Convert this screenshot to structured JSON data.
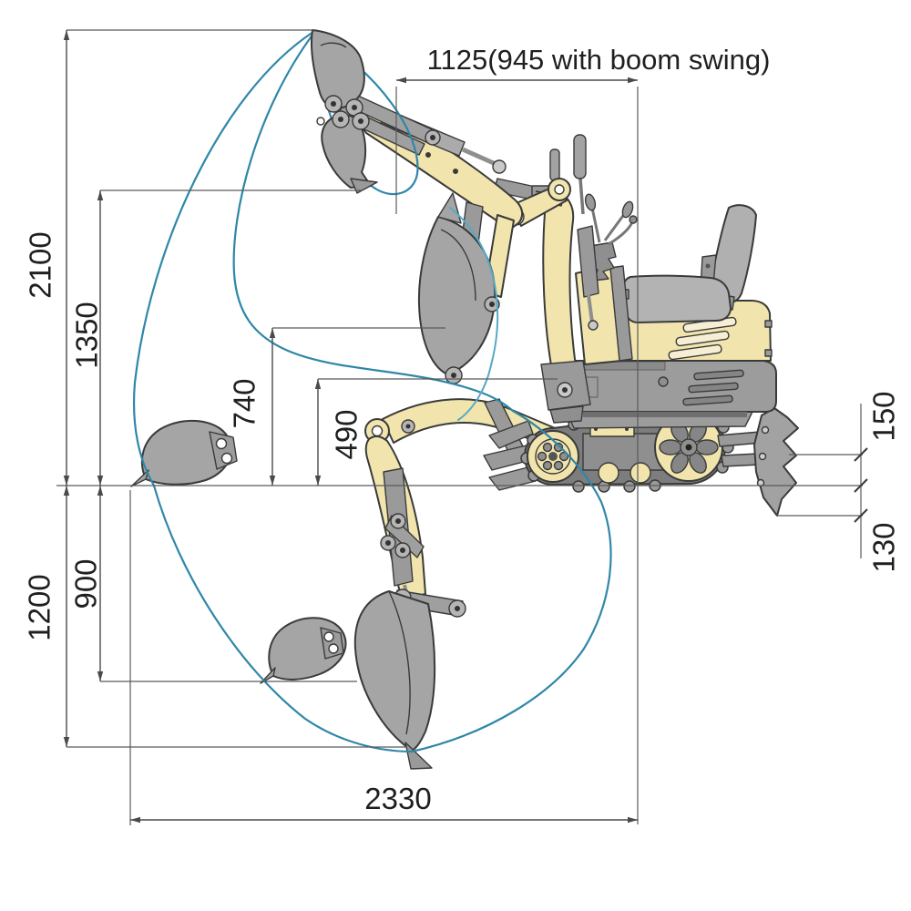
{
  "diagram": {
    "kind": "excavator-working-range-diagram",
    "subject": "mini-excavator-side-view"
  },
  "dimensions": {
    "front_overhang": {
      "text": "1125(945 with boom swing)"
    },
    "max_digging_height": {
      "text": "2100"
    },
    "max_dumping_height": {
      "text": "1350"
    },
    "boom_swing_height": {
      "text": "740"
    },
    "min_front_height": {
      "text": "490"
    },
    "blade_lift_height": {
      "text": "150"
    },
    "blade_cut_depth": {
      "text": "130"
    },
    "max_digging_depth": {
      "text": "1200"
    },
    "vertical_digging_depth": {
      "text": "900"
    },
    "ground_reach": {
      "text": "2330"
    }
  },
  "colors": {
    "envelope_arc": "#2f87a8",
    "envelope_arc_light": "#57a9c6",
    "machine_yellow": "#f1e5ad",
    "machine_gray": "#a5a5a5",
    "outline": "#3a3a3a",
    "dimension_line": "#4a4a4a",
    "label_text": "#1f1f1f",
    "background": "#ffffff"
  }
}
